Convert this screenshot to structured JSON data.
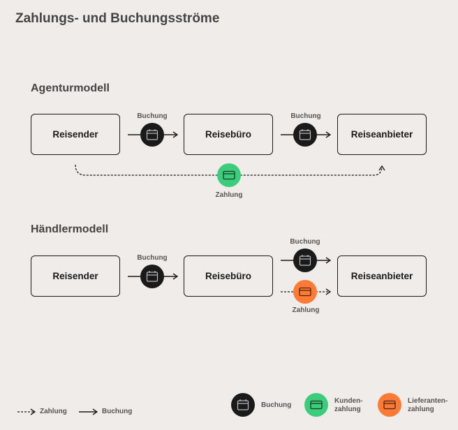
{
  "title": "Zahlungs- und Buchungsströme",
  "colors": {
    "booking": "#1a1a1a",
    "customer_payment": "#3ccd7c",
    "supplier_payment": "#ff7a35"
  },
  "agency_model": {
    "heading": "Agenturmodell",
    "nodes": [
      "Reisender",
      "Reisebüro",
      "Reiseanbieter"
    ],
    "booking_label_1": "Buchung",
    "booking_label_2": "Buchung",
    "payment_label": "Zahlung"
  },
  "merchant_model": {
    "heading": "Händlermodell",
    "nodes": [
      "Reisender",
      "Reisebüro",
      "Reiseanbieter"
    ],
    "booking_label_1": "Buchung",
    "booking_label_2": "Buchung",
    "payment_label": "Zahlung"
  },
  "legend": {
    "dashed_arrow": "Zahlung",
    "solid_arrow": "Buchung",
    "booking": "Buchung",
    "customer_payment": [
      "Kunden-",
      "zahlung"
    ],
    "supplier_payment": [
      "Lieferanten-",
      "zahlung"
    ]
  }
}
